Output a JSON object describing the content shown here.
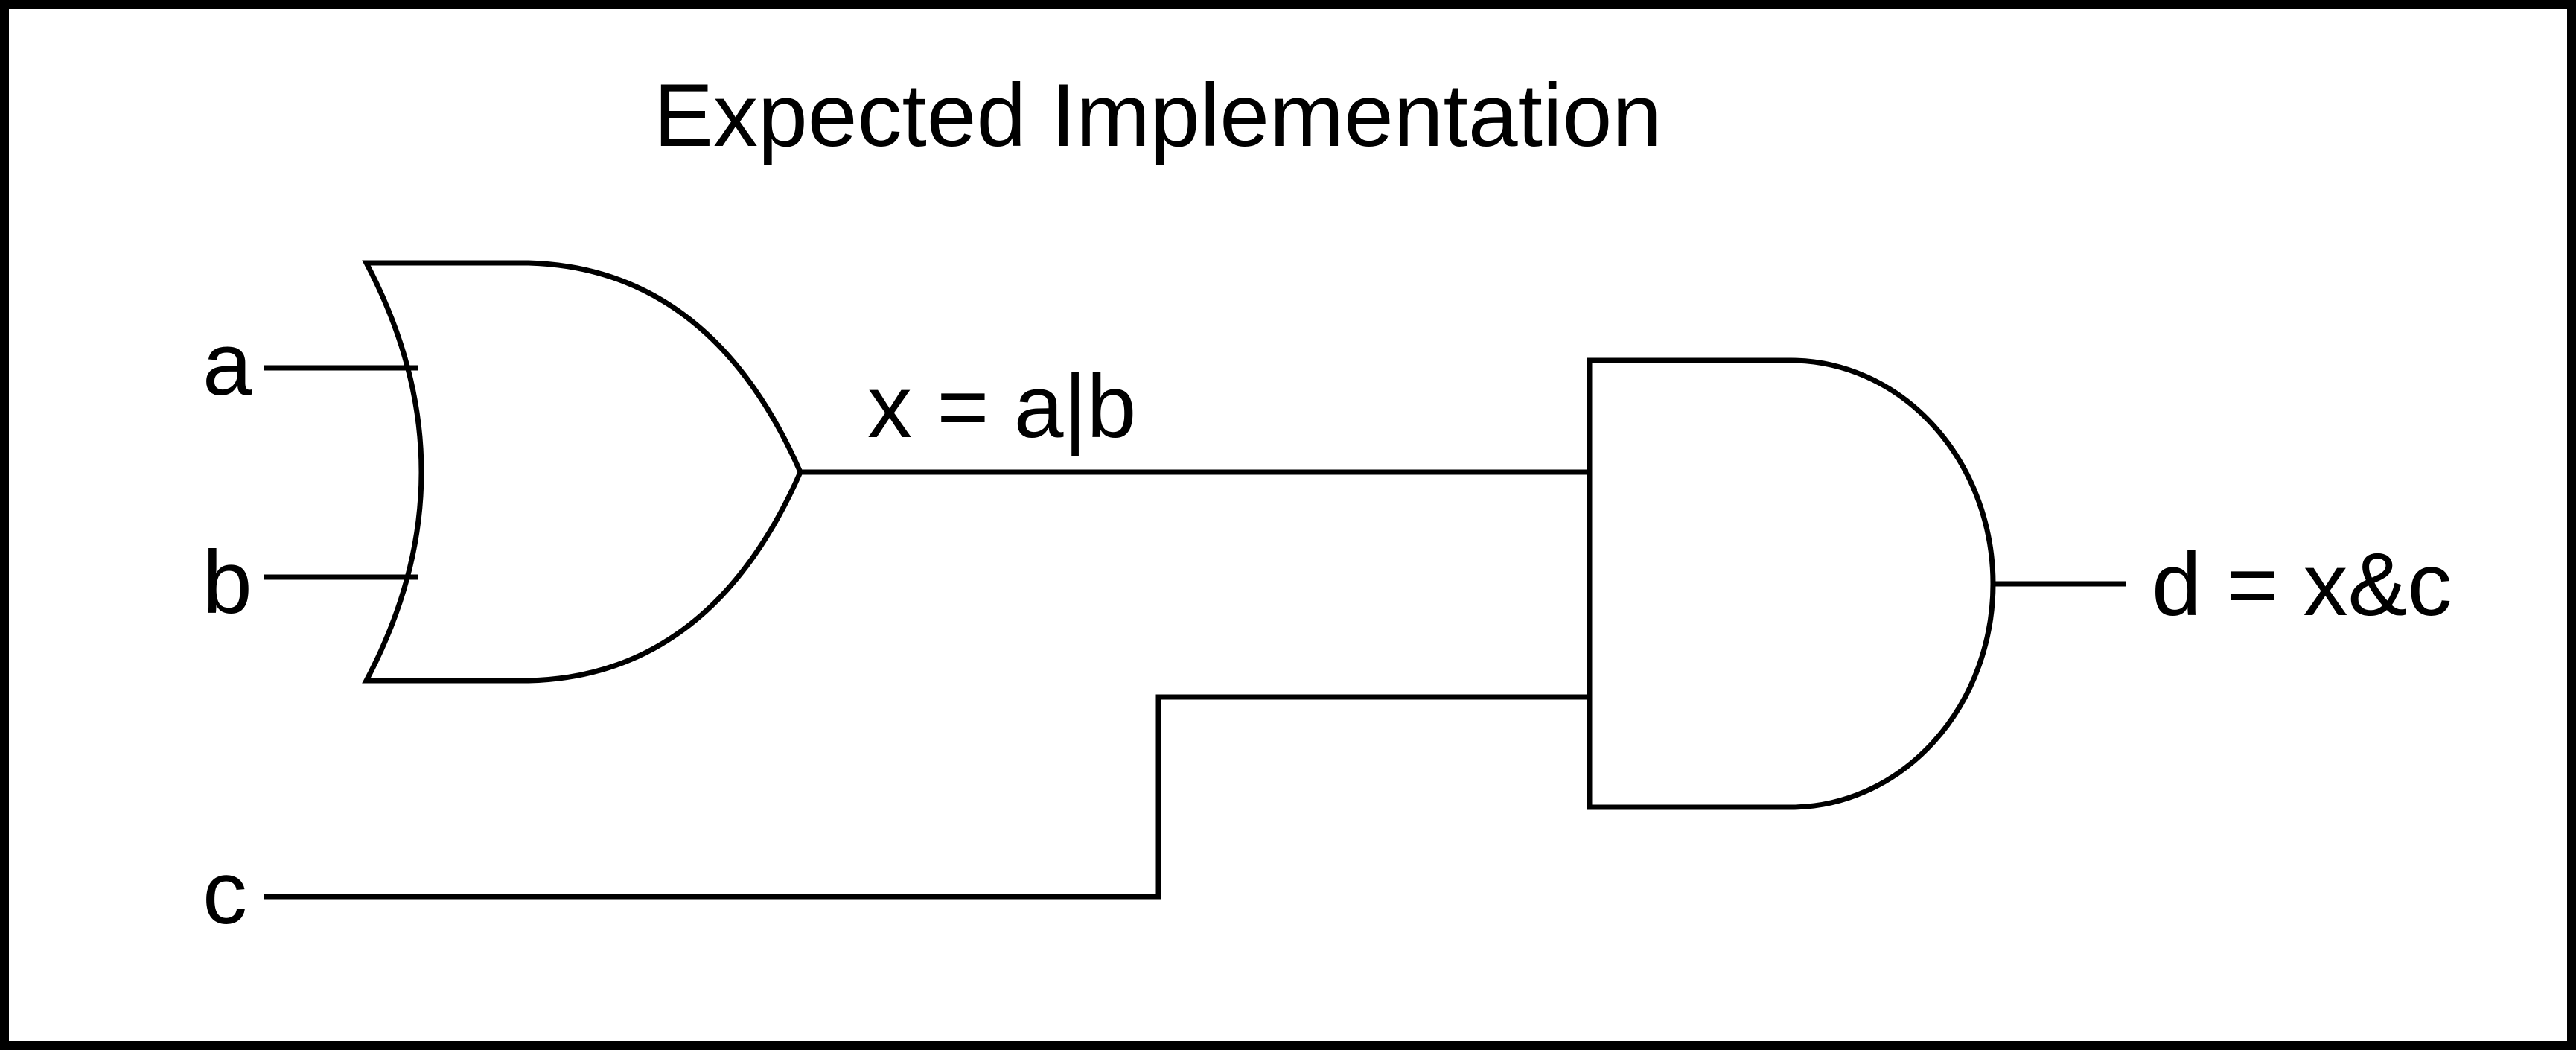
{
  "title": "Expected Implementation",
  "inputs": {
    "a": "a",
    "b": "b",
    "c": "c"
  },
  "or_output_label": "x = a|b",
  "and_output_label": "d = x&c",
  "gates": {
    "first": "or-gate",
    "second": "and-gate"
  },
  "colors": {
    "stroke": "#000000",
    "background": "#ffffff"
  }
}
